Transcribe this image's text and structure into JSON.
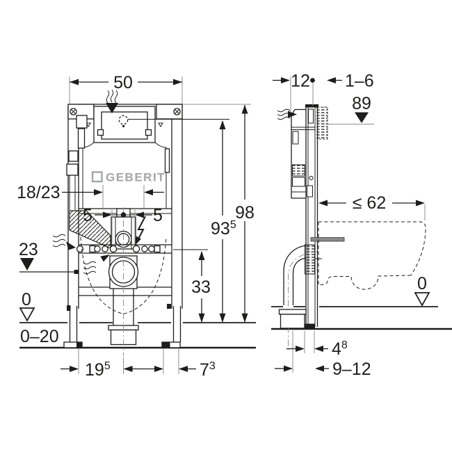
{
  "colors": {
    "line": "#1d1d1b",
    "extension_gray": "#8f8f8f",
    "logo_gray": "#a2a5a8"
  },
  "front_view": {
    "frame_width": "50",
    "frame_height": "98",
    "actuator_height": {
      "base": "93",
      "sup": "5"
    },
    "fixing_height": "33",
    "supply_height": "18/23",
    "offset_left": "5",
    "offset_right": "5",
    "drain_level": "23",
    "floor_level": "0",
    "floor_buildup": "0–20",
    "drain_offset": {
      "base": "19",
      "sup": "5"
    },
    "foot_width": {
      "base": "7",
      "sup": "3"
    },
    "brand": "GEBERIT"
  },
  "side_view": {
    "frame_depth": "12",
    "wall_finish": "1–6",
    "actuator_level": "89",
    "pan_depth": "≤ 62",
    "floor_level": "0",
    "profile_depth": {
      "base": "4",
      "sup": "8"
    },
    "total_depth": "9–12"
  }
}
